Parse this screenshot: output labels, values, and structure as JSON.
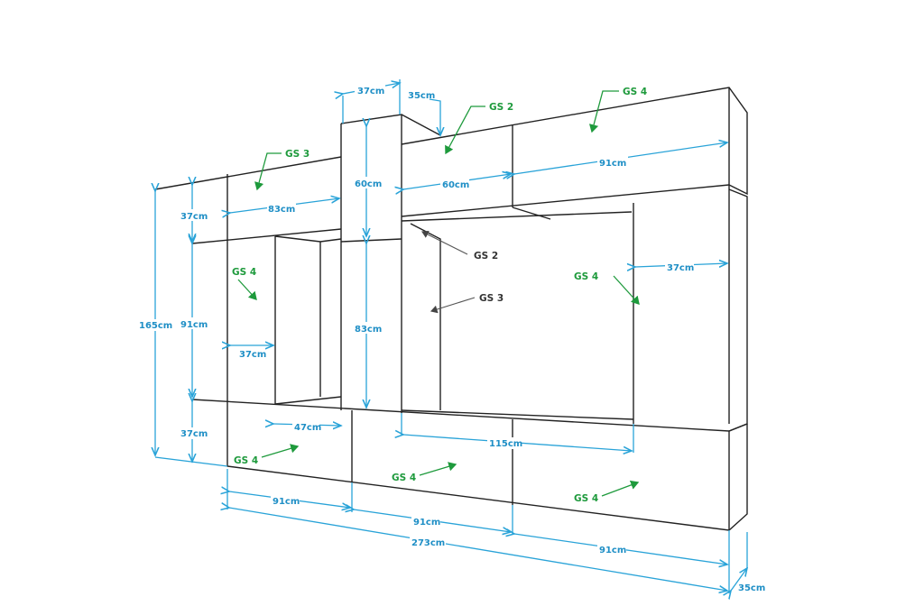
{
  "colors": {
    "dimension": "#29a3d8",
    "part_label": "#1e9a3c",
    "outline": "#222222"
  },
  "dimensions": {
    "top_depth_tower": "37cm",
    "top_depth_step": "35cm",
    "tower_top_height": "60cm",
    "top_mid_width": "60cm",
    "top_right_width": "91cm",
    "left_top_height": "37cm",
    "left_top_width": "83cm",
    "total_height": "165cm",
    "left_mid_height": "91cm",
    "left_shelf_depth": "37cm",
    "tower_bottom_height": "83cm",
    "right_shelf_width": "37cm",
    "open_shelf_width": "47cm",
    "tv_opening_width": "115cm",
    "left_bottom_height": "37cm",
    "bottom_width_1": "91cm",
    "bottom_width_2": "91cm",
    "bottom_width_3": "91cm",
    "total_width": "273cm",
    "total_depth": "35cm"
  },
  "parts": {
    "top_right": "GS 4",
    "top_mid": "GS 2",
    "top_left": "GS 3",
    "mid_left": "GS 4",
    "inner_shelf": "GS 2",
    "back_panel": "GS 3",
    "mid_right": "GS 4",
    "bottom_left": "GS 4",
    "bottom_mid": "GS 4",
    "bottom_right": "GS 4"
  }
}
